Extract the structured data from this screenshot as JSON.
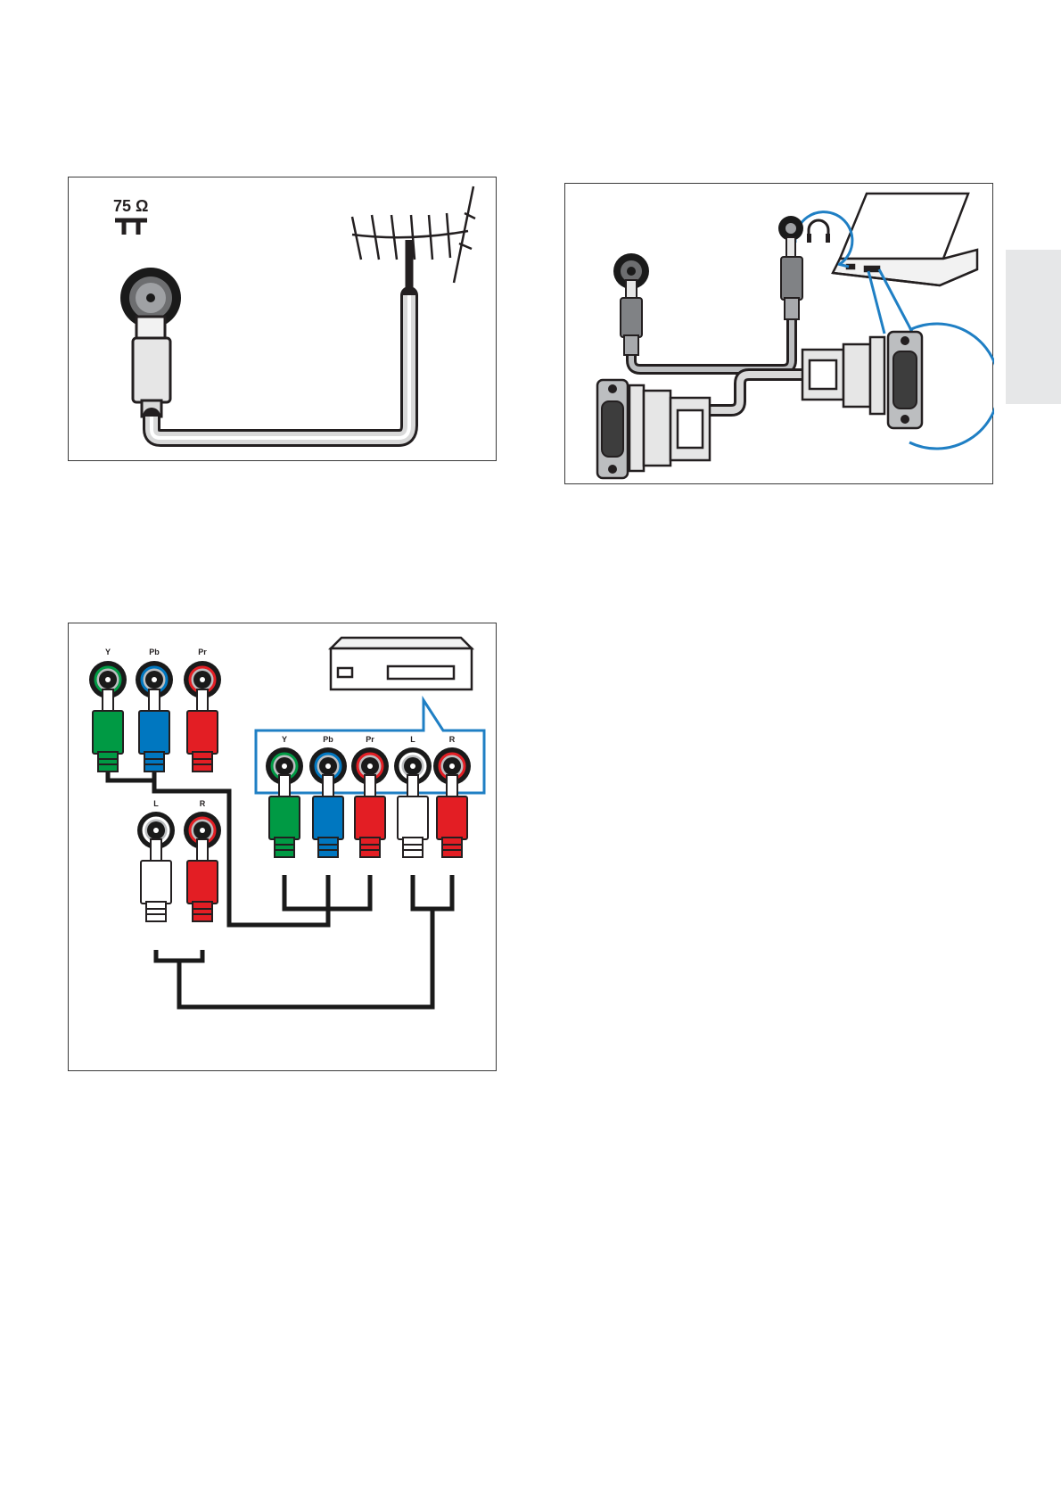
{
  "antenna": {
    "impedance_label": "75 Ω"
  },
  "component": {
    "tv_labels": {
      "y": "Y",
      "pb": "Pb",
      "pr": "Pr",
      "l": "L",
      "r": "R"
    },
    "device_labels": {
      "y": "Y",
      "pb": "Pb",
      "pr": "Pr",
      "l": "L",
      "r": "R"
    }
  },
  "colors": {
    "green": "#009a44",
    "blue": "#0077c0",
    "red": "#e31e24",
    "white": "#ffffff",
    "callout": "#1f7fc4",
    "cable": "#1a1a1a",
    "tab": "#e6e7e8"
  }
}
